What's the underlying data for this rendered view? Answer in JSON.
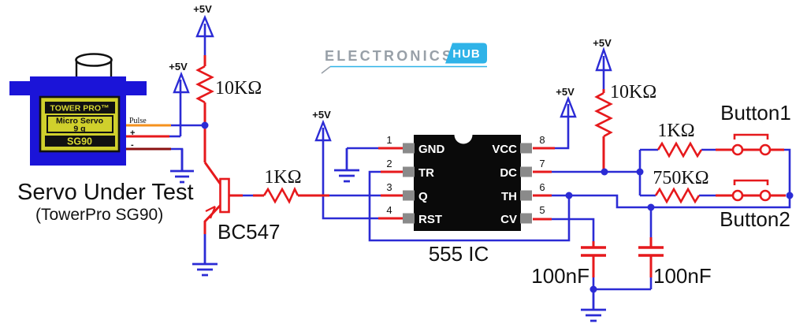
{
  "logo": {
    "brand": "ELECTRONICS",
    "badge": "HUB"
  },
  "power": {
    "label": "+5V"
  },
  "servo": {
    "brand": "TOWER PRO™",
    "product": "Micro Servo",
    "weight": "9 g",
    "model": "SG90",
    "pins": {
      "pulse": "Pulse",
      "plus": "+",
      "minus": "-"
    },
    "caption": "Servo Under Test",
    "subcaption": "(TowerPro SG90)"
  },
  "transistor": {
    "label": "BC547"
  },
  "ic": {
    "title": "555 IC",
    "left_pins": [
      {
        "num": "1",
        "label": "GND"
      },
      {
        "num": "2",
        "label": "TR"
      },
      {
        "num": "3",
        "label": "Q"
      },
      {
        "num": "4",
        "label": "RST"
      }
    ],
    "right_pins": [
      {
        "num": "8",
        "label": "VCC"
      },
      {
        "num": "7",
        "label": "DC"
      },
      {
        "num": "6",
        "label": "TH"
      },
      {
        "num": "5",
        "label": "CV"
      }
    ]
  },
  "resistors": {
    "collector": "10KΩ",
    "base": "1KΩ",
    "discharge": "10KΩ",
    "button1": "1KΩ",
    "button2": "750KΩ"
  },
  "capacitors": {
    "c1": "100nF",
    "c2": "100nF"
  },
  "buttons": {
    "b1": "Button1",
    "b2": "Button2"
  },
  "colors": {
    "wire": "#2b2bd5",
    "component": "#e6191c",
    "pulse_wire": "#f5921e",
    "minus_wire": "#8a1010",
    "servo_body": "#1b14d8",
    "servo_label": "#d0d02c",
    "ic_body": "#0a0a0a",
    "pad_gray": "#8a8a8a",
    "logo_accent": "#2fb3e8",
    "logo_text": "#98a0a8"
  }
}
